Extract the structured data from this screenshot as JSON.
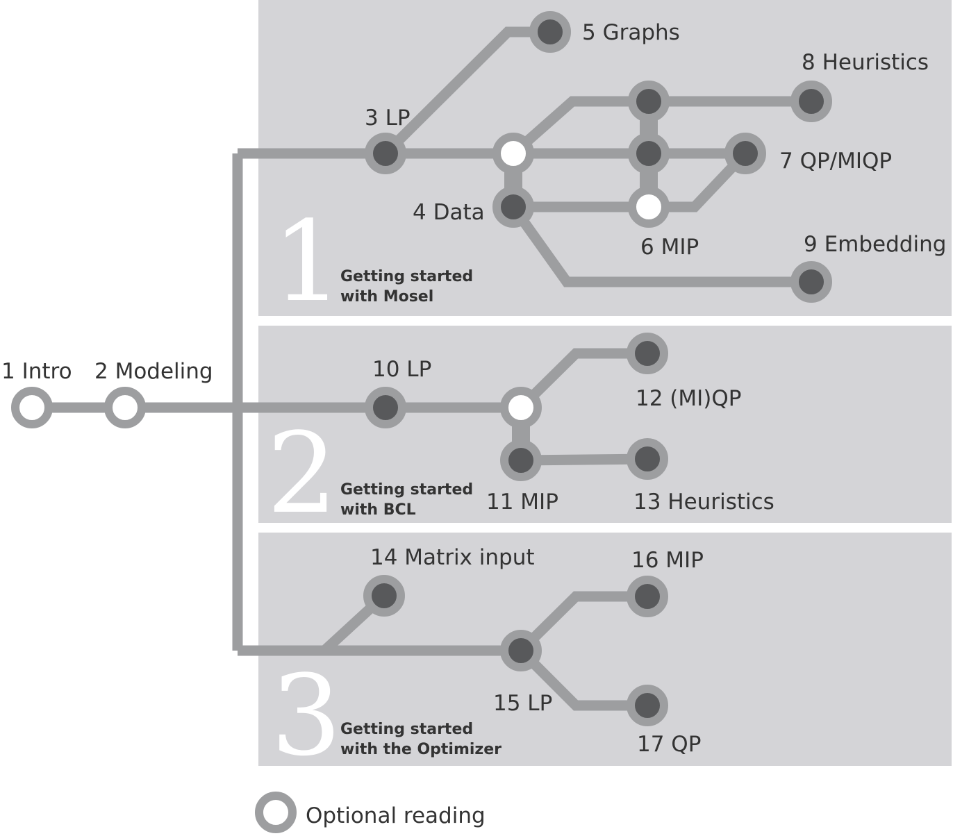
{
  "panels": [
    {
      "number": "1",
      "subtitle_line1": "Getting started",
      "subtitle_line2": "with Mosel"
    },
    {
      "number": "2",
      "subtitle_line1": "Getting started",
      "subtitle_line2": "with BCL"
    },
    {
      "number": "3",
      "subtitle_line1": "Getting started",
      "subtitle_line2": "with the Optimizer"
    }
  ],
  "nodes": {
    "intro": {
      "label": "1 Intro",
      "optional": true
    },
    "modeling": {
      "label": "2 Modeling",
      "optional": true
    },
    "lp3": {
      "label": "3 LP",
      "optional": false
    },
    "data4": {
      "label": "4 Data",
      "optional": false
    },
    "graphs5": {
      "label": "5 Graphs",
      "optional": false
    },
    "mip6": {
      "label": "6 MIP",
      "optional": true
    },
    "qp7": {
      "label": "7 QP/MIQP",
      "optional": false
    },
    "heur8": {
      "label": "8 Heuristics",
      "optional": false
    },
    "emb9": {
      "label": "9 Embedding",
      "optional": false
    },
    "lp10": {
      "label": "10 LP",
      "optional": false
    },
    "mip11": {
      "label": "11 MIP",
      "optional": false
    },
    "qp12": {
      "label": "12 (MI)QP",
      "optional": false
    },
    "heur13": {
      "label": "13 Heuristics",
      "optional": false
    },
    "matrix14": {
      "label": "14 Matrix input",
      "optional": false
    },
    "lp15": {
      "label": "15 LP",
      "optional": false
    },
    "mip16": {
      "label": "16 MIP",
      "optional": false
    },
    "qp17": {
      "label": "17 QP",
      "optional": false
    }
  },
  "legend": {
    "label": "Optional reading",
    "icon": "open-circle-icon"
  },
  "colors": {
    "panel": "#d4d4d7",
    "track": "#9d9ea0",
    "node": "#58595b",
    "optional_node": "#ffffff",
    "text": "#333333"
  }
}
